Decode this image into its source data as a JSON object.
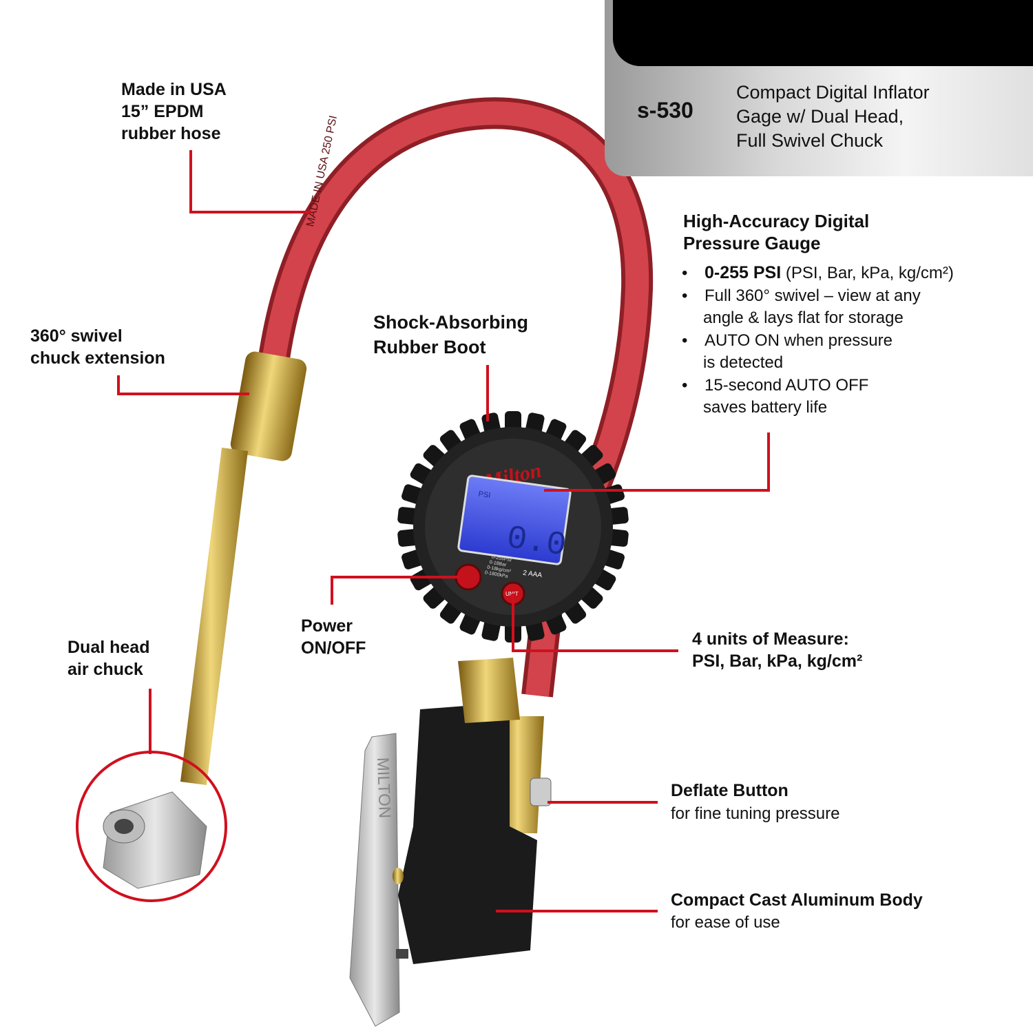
{
  "header": {
    "model": "s-530",
    "title_lines": [
      "Compact Digital Inflator",
      "Gage w/ Dual Head,",
      "Full Swivel Chuck"
    ]
  },
  "callouts": {
    "hose": [
      "Made in USA",
      "15” EPDM",
      "rubber hose"
    ],
    "swivel": [
      "360° swivel",
      "chuck extension"
    ],
    "chuck": [
      "Dual head",
      "air chuck"
    ],
    "boot": [
      "Shock-Absorbing",
      "Rubber Boot"
    ],
    "power": [
      "Power",
      "ON/OFF"
    ],
    "gauge": {
      "title": [
        "High-Accuracy Digital",
        "Pressure Gauge"
      ],
      "bullets": [
        {
          "bold": "0-255 PSI",
          "text": " (PSI, Bar, kPa, kg/cm²)"
        },
        {
          "lines": [
            "Full 360° swivel – view at any",
            "angle & lays flat for storage"
          ]
        },
        {
          "lines": [
            "AUTO ON when pressure",
            "is detected"
          ]
        },
        {
          "lines": [
            "15-second AUTO OFF",
            "saves battery life"
          ]
        }
      ]
    },
    "units": [
      "4 units of Measure:",
      "PSI, Bar, kPa, kg/cm²"
    ],
    "deflate": {
      "title": "Deflate Button",
      "sub": "for fine tuning pressure"
    },
    "body": {
      "title": "Compact Cast Aluminum Body",
      "sub": "for ease of use"
    }
  },
  "product": {
    "brand_logo": "Milton",
    "display_unit": "PSI",
    "display_reading": "0.0",
    "gauge_ranges": [
      "0-255PSI",
      "0-18Bar",
      "0-18kg/cm²",
      "0-1800kPa"
    ],
    "battery": "2 AAA",
    "unit_button": "UNIT",
    "hose_print": "MADE IN USA 250 PSI",
    "lever_print": "MILTON"
  },
  "colors": {
    "callout_red": "#d0101e",
    "hose_red": "#c8343c",
    "brass": "#c9a23a",
    "lcd_blue": "#3b4fe0"
  }
}
